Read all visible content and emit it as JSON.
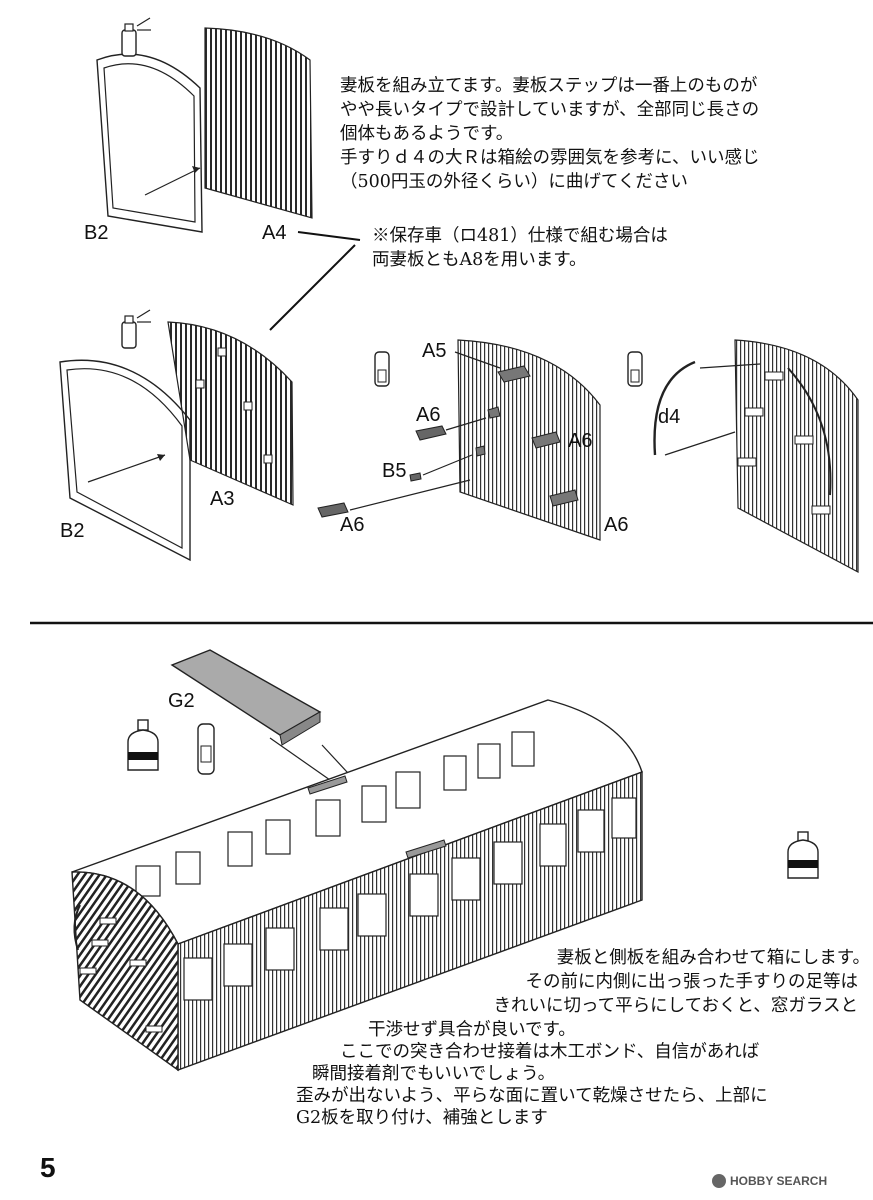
{
  "instructions": {
    "step_end_plate": [
      "妻板を組み立てます。妻板ステップは一番上のものが",
      "やや長いタイプで設計していますが、全部同じ長さの",
      "個体もあるようです。",
      "手すりｄ４の大Ｒは箱絵の雰囲気を参考に、いい感じ",
      "（500円玉の外径くらい）に曲げてください"
    ],
    "note_preserved": [
      "※保存車（ロ481）仕様で組む場合は",
      "両妻板ともA8を用います。"
    ],
    "step_box": [
      "妻板と側板を組み合わせて箱にします。",
      "その前に内側に出っ張った手すりの足等は",
      "きれいに切って平らにしておくと、窓ガラスと",
      "干渉せず具合が良いです。",
      "ここでの突き合わせ接着は木工ボンド、自信があれば",
      "瞬間接着剤でもいいでしょう。",
      "歪みが出ないよう、平らな面に置いて乾燥させたら、上部に",
      "G2板を取り付け、補強とします"
    ]
  },
  "part_labels": {
    "b2_top": "B2",
    "a4": "A4",
    "b2_mid": "B2",
    "a3": "A3",
    "a5": "A5",
    "a6_a": "A6",
    "a6_b": "A6",
    "a6_c": "A6",
    "a6_d": "A6",
    "b5": "B5",
    "d4": "d4",
    "g2": "G2"
  },
  "page_number": "5",
  "watermark": "HOBBY SEARCH",
  "icons": [
    "spray-can-icon",
    "glue-tube-icon",
    "bond-bottle-icon"
  ]
}
